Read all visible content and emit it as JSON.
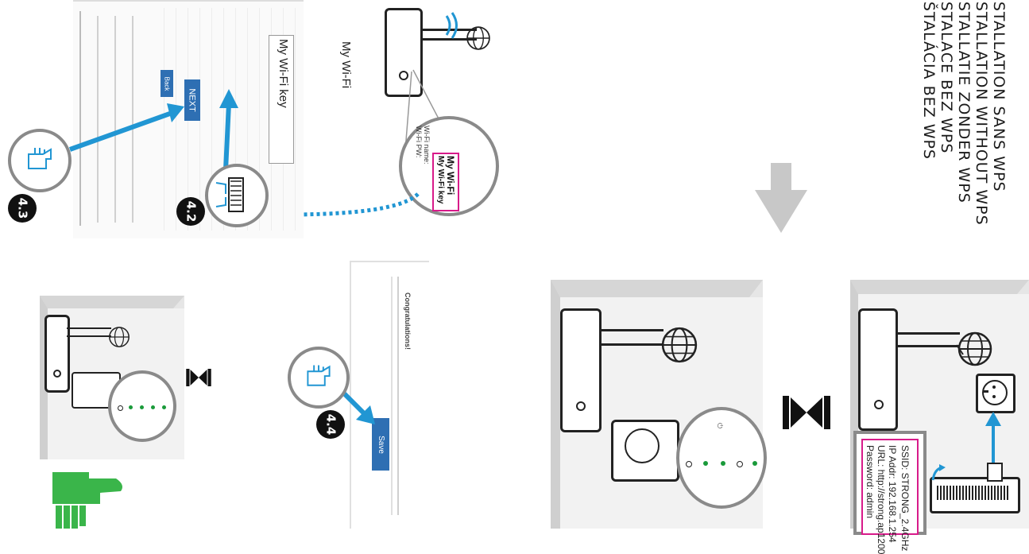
{
  "title": {
    "lines": [
      "INSTALLATION SANS WPS",
      "INSTALLATION WITHOUT WPS",
      "INSTALLATIE ZONDER WPS",
      "INSTALACE BEZ WPS",
      "INŠTALÁCIA BEZ WPS"
    ]
  },
  "info_label": {
    "ssid": "SSID: STRONG_2.4GHz",
    "ip": "IP Addr: 192.168.1.254",
    "url": "URL: http://strong.ap1200",
    "password": "Password: admin"
  },
  "sticker": {
    "wifi_name_label": "Wi-Fi name:",
    "wifi_pw_label": "Wi-Fi PW:",
    "wifi_name_value": "My Wi-Fi",
    "wifi_pw_value": "My Wi-Fi key"
  },
  "form": {
    "ssid_value": "My Wi-Fi",
    "key_value": "My Wi-Fi key",
    "next_button": "NEXT",
    "back_button": "Back",
    "save_button": "Save",
    "congrats": "Congratulations!"
  },
  "steps": {
    "s42": "4.2",
    "s43": "4.3",
    "s44": "4.4"
  },
  "colors": {
    "accent_blue": "#2196d3",
    "button_blue": "#2e6fb3",
    "highlight_pink": "#d81b8a",
    "ok_green": "#3ab54a",
    "led_green": "#1a9a3a"
  },
  "icons": [
    "globe-icon",
    "wifi-signal-icon",
    "power-socket-icon",
    "hand-tap-icon",
    "keyboard-icon",
    "thumbs-up-icon",
    "down-arrow-icon",
    "bowtie-icon"
  ]
}
